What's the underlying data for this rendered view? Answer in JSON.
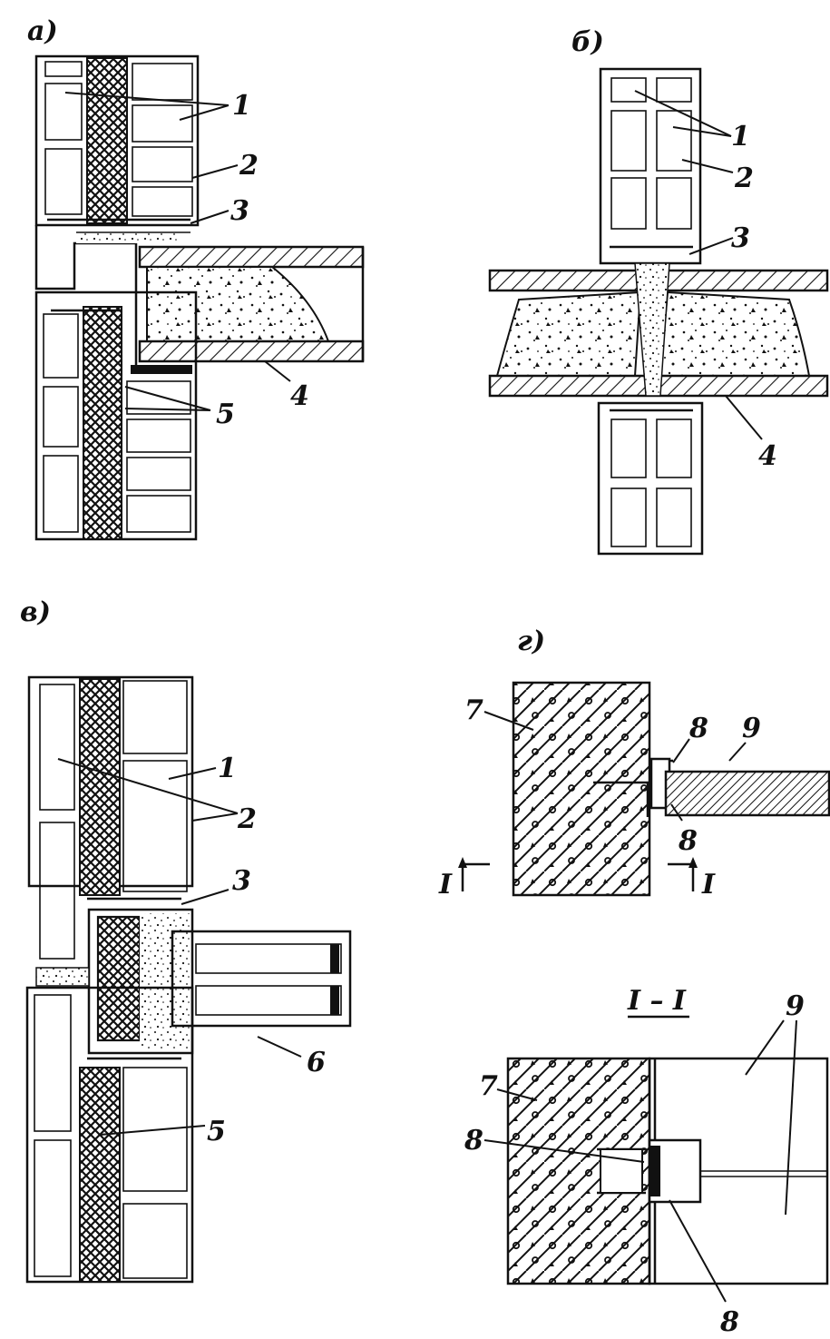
{
  "panels": {
    "a": {
      "title": "а)",
      "callouts": [
        "1",
        "2",
        "3",
        "4",
        "5"
      ]
    },
    "b": {
      "title": "б)",
      "callouts": [
        "1",
        "2",
        "3",
        "4"
      ]
    },
    "v": {
      "title": "в)",
      "callouts": [
        "1",
        "2",
        "3",
        "5",
        "6"
      ]
    },
    "g": {
      "title": "г)",
      "callouts": [
        "7",
        "8",
        "9",
        "8",
        "I",
        "I"
      ]
    },
    "section": {
      "title": "I – I",
      "callouts": [
        "9",
        "7",
        "8",
        "8"
      ]
    }
  }
}
